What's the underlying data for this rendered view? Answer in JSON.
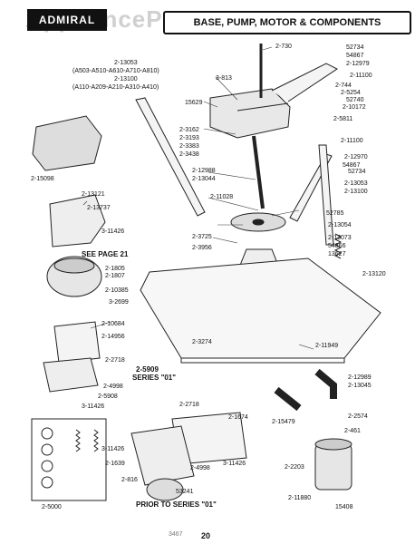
{
  "header": {
    "brand": "ADMIRAL",
    "title": "BASE, PUMP, MOTOR & COMPONENTS",
    "watermark": "AppliancePartsPros.com"
  },
  "page_number": "20",
  "page_code": "3467",
  "labels": {
    "p2_730": "2-730",
    "p52734_top": "52734",
    "p54867_top": "54867",
    "p2_12979": "2-12979",
    "p2_11100_top": "2-11100",
    "p2_744": "2-744",
    "p2_5254": "2-5254",
    "p52740": "52740",
    "p2_10172": "2-10172",
    "p2_5811": "2-5811",
    "p2_13053_left": "2-13053",
    "p_group1": "(A503-A510-A610-A710-A810)",
    "p2_13100_left": "2-13100",
    "p_group2": "(A110-A209-A210-A310-A410)",
    "p3_813": "3-813",
    "p15629": "15629",
    "p2_3162": "2-3162",
    "p2_3193": "2-3193",
    "p2_3383": "2-3383",
    "p2_3438": "2-3438",
    "p2_11100_mid": "2-11100",
    "p2_12970": "2-12970",
    "p54867_mid": "54867",
    "p52734_mid": "52734",
    "p2_13053_right": "2-13053",
    "p2_13100_right": "2-13100",
    "p2_12988": "2-12988",
    "p2_13044": "2-13044",
    "p2_15098": "2-15098",
    "p2_13121": "2-13121",
    "p2_13737": "2-13737",
    "p3_11426_a": "3-11426",
    "see_page": "SEE PAGE 21",
    "p2_11028": "2-11028",
    "p52785": "52785",
    "p2_13054": "2-13054",
    "p2_3725": "2-3725",
    "p2_13073": "2-13073",
    "p54866": "54866",
    "p2_3956": "2-3956",
    "p13627": "13627",
    "p2_1805": "2-1805",
    "p2_1807": "2-1807",
    "p2_13120": "2-13120",
    "p2_10385": "2-10385",
    "p3_2699": "3-2699",
    "p2_10684": "2-10684",
    "p2_14956": "2-14956",
    "p2_3274": "2-3274",
    "p2_11949": "2-11949",
    "p2_2718_a": "2-2718",
    "p2_4998_a": "2-4998",
    "p2_5908": "2-5908",
    "p3_11426_b": "3-11426",
    "p2_5909": "2-5909",
    "series_01": "SERIES \"01\"",
    "p2_12989": "2-12989",
    "p2_13045": "2-13045",
    "p2_2718_b": "2-2718",
    "p2_1674": "2-1674",
    "p2_15479": "2-15479",
    "p2_2574": "2-2574",
    "p2_461": "2-461",
    "p3_11426_c": "3-11426",
    "p2_1639": "2-1639",
    "p2_4998_b": "2-4998",
    "p3_11426_d": "3-11426",
    "p2_2203": "2-2203",
    "p2_816": "2-816",
    "p53241": "53241",
    "p2_5000": "2-5000",
    "prior_series": "PRIOR TO SERIES \"01\"",
    "p2_11880": "2-11880",
    "p15408": "15408"
  }
}
